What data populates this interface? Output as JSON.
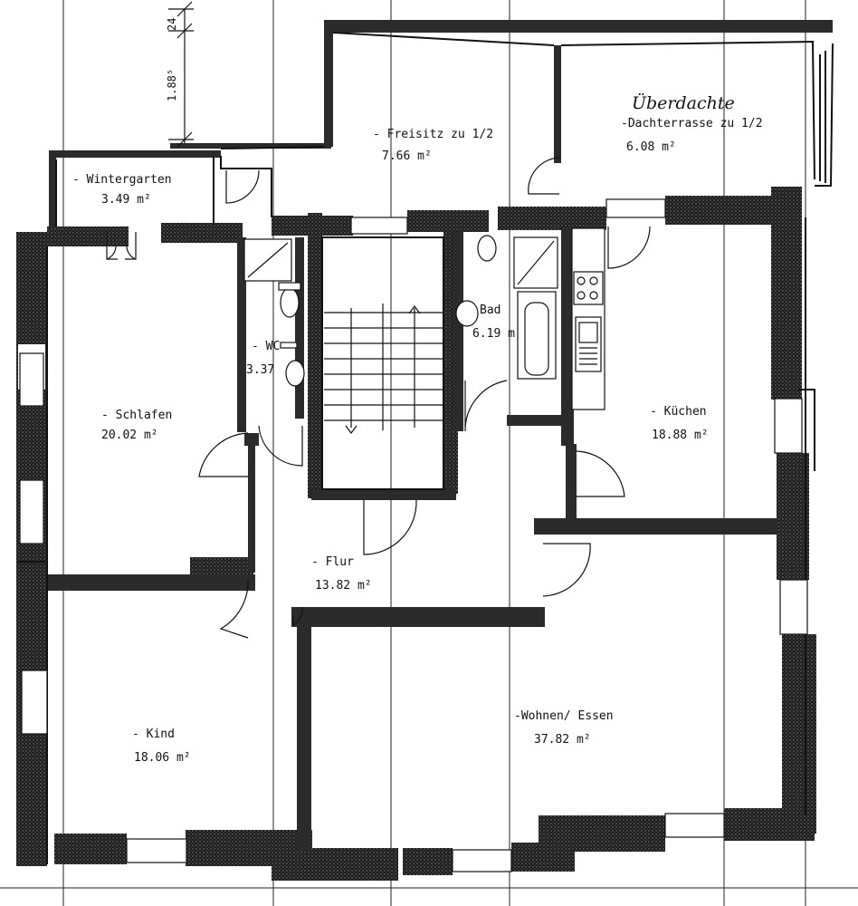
{
  "annotation": "Überdachte",
  "dimensions": {
    "upper": "24",
    "lower": "1.88⁵"
  },
  "rooms": [
    {
      "id": "freisitz",
      "name": "- Freisitz zu 1/2",
      "area": "7.66 m²"
    },
    {
      "id": "dachterrasse",
      "name": "-Dachterrasse zu 1/2",
      "area": "6.08 m²"
    },
    {
      "id": "wintergarten",
      "name": "- Wintergarten",
      "area": "3.49 m²"
    },
    {
      "id": "schlafen",
      "name": "- Schlafen",
      "area": "20.02 m²"
    },
    {
      "id": "wc",
      "name": "- WC",
      "area": "3.37"
    },
    {
      "id": "bad",
      "name": "Bad",
      "area": "6.19 m"
    },
    {
      "id": "kuchen",
      "name": "- Küchen",
      "area": "18.88 m²"
    },
    {
      "id": "flur",
      "name": "- Flur",
      "area": "13.82 m²"
    },
    {
      "id": "kind",
      "name": "- Kind",
      "area": "18.06 m²"
    },
    {
      "id": "wohnen",
      "name": "-Wohnen/ Essen",
      "area": "37.82 m²"
    }
  ]
}
